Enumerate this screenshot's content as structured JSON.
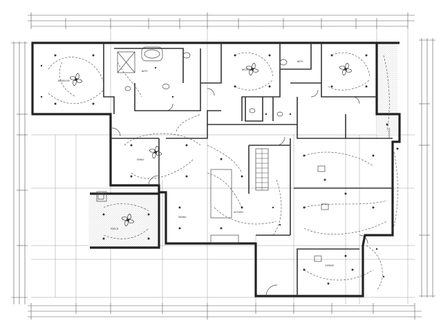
{
  "drawing": {
    "rooms": [
      {
        "id": "bedroom-2",
        "label": "BEDROOM"
      },
      {
        "id": "bedroom-3",
        "label": "BEDROOM"
      },
      {
        "id": "master-bath",
        "label": "BATH"
      },
      {
        "id": "bath",
        "label": "BATH"
      },
      {
        "id": "family",
        "label": "FAMILY"
      },
      {
        "id": "kitchen",
        "label": "KITCHEN"
      },
      {
        "id": "dining",
        "label": "DINING"
      },
      {
        "id": "porch",
        "label": "PORCH"
      },
      {
        "id": "garage",
        "label": "GARAGE"
      }
    ]
  },
  "colors": {
    "wall": "#222222",
    "line": "#444444",
    "hatch": "#bdbdbd",
    "background": "#ffffff"
  }
}
